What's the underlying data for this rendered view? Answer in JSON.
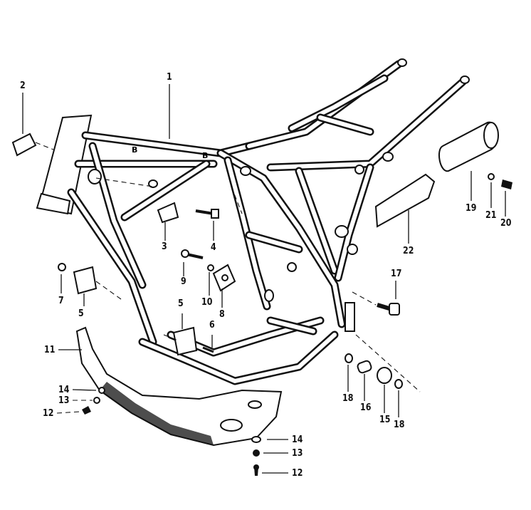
{
  "callouts": {
    "c1": "1",
    "c2": "2",
    "c3": "3",
    "c4": "4",
    "c5a": "5",
    "c5b": "5",
    "c6": "6",
    "c7": "7",
    "c8": "8",
    "c9": "9",
    "c10": "10",
    "c11": "11",
    "c12a": "12",
    "c12b": "12",
    "c13a": "13",
    "c13b": "13",
    "c14a": "14",
    "c14b": "14",
    "c15": "15",
    "c16": "16",
    "c17": "17",
    "c18a": "18",
    "c18b": "18",
    "c19": "19",
    "c20": "20",
    "c21": "21",
    "c22": "22"
  },
  "colors": {
    "ink": "#111111",
    "paper": "#ffffff"
  }
}
